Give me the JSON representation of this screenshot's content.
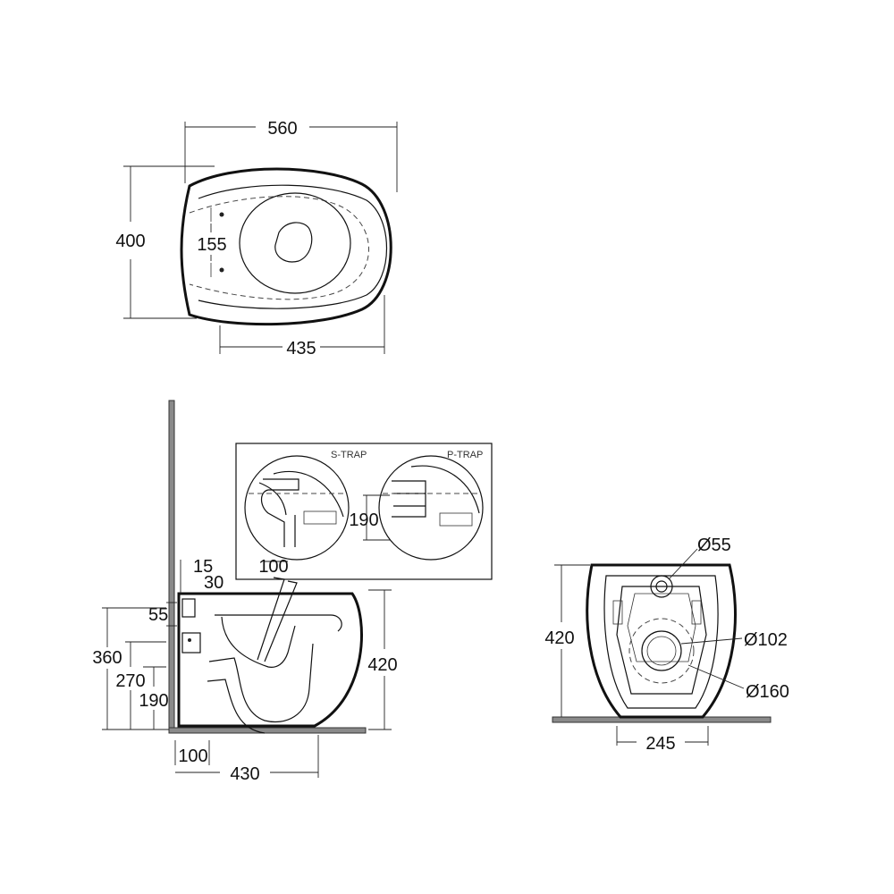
{
  "top_view": {
    "width": "560",
    "depth": "400",
    "fixing_centres": "155",
    "fixing_to_front": "435"
  },
  "side_view": {
    "detail_inset": {
      "s_trap_label": "S-TRAP",
      "p_trap_label": "P-TRAP",
      "trap_height": "190",
      "trap_offset": "100"
    },
    "dim_15": "15",
    "dim_30": "30",
    "dim_55": "55",
    "dim_360": "360",
    "dim_270": "270",
    "dim_190": "190",
    "dim_100": "100",
    "dim_430": "430",
    "height": "420"
  },
  "rear_view": {
    "inlet_diameter": "Ø55",
    "outlet_diameter": "Ø102",
    "outlet_outer_diameter": "Ø160",
    "height": "420",
    "base_width": "245"
  }
}
